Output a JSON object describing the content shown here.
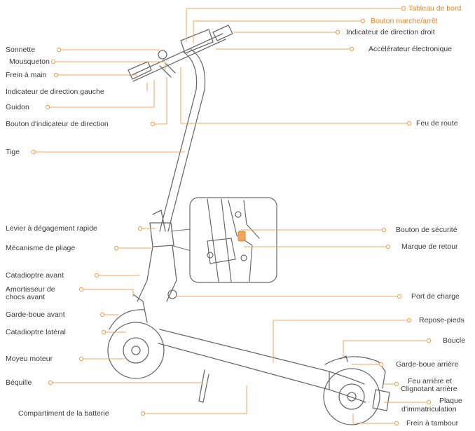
{
  "colors": {
    "leader": "#f0a55c",
    "label": "#3a3a3a",
    "highlight": "#e8832a",
    "outline": "#6b6b6b"
  },
  "labels": {
    "tableau_de_bord": "Tableau de bord",
    "bouton_marche_arret": "Bouton marche/arrêt",
    "indicateur_droit": "Indicateur de direction droit",
    "accelerateur": "Accélérateur électronique",
    "sonnette": "Sonnette",
    "mousqueton": "Mousqueton",
    "frein_a_main": "Frein à main",
    "indicateur_gauche": "Indicateur de direction gauche",
    "guidon": "Guidon",
    "bouton_indicateur": "Bouton d'indicateur de direction",
    "feu_de_route": "Feu de route",
    "tige": "Tige",
    "levier": "Levier à dégagement rapide",
    "mecanisme": "Mécanisme de pliage",
    "bouton_securite": "Bouton de sécurité",
    "marque_retour": "Marque de retour",
    "catadioptre_avant": "Catadioptre avant",
    "amortisseur_1": "Amortisseur de",
    "amortisseur_2": "chocs avant",
    "port_charge": "Port de charge",
    "garde_boue_avant": "Garde-boue avant",
    "repose_pieds": "Repose-pieds",
    "catadioptre_lateral": "Catadioptre latéral",
    "boucle": "Boucle",
    "moyeu": "Moyeu moteur",
    "garde_boue_arriere": "Garde-boue arrière",
    "bequille": "Béquille",
    "feu_arriere_1": "Feu arrière et",
    "feu_arriere_2": "Clignotant arrière",
    "plaque_1": "Plaque",
    "plaque_2": "d'immatriculation",
    "compartiment": "Compartiment de la batterie",
    "frein_tambour": "Frein à tambour"
  }
}
